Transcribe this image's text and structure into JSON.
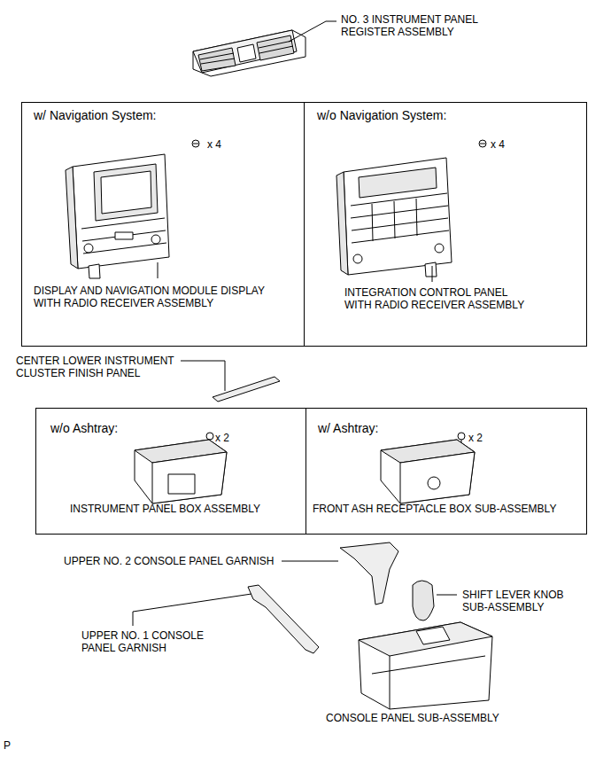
{
  "diagram": {
    "nodes": [
      {
        "text": [
          "w/ Navigation System:",
          "x 4",
          "DISPLAY AND NAVIGATION MODULE DISPLAY WITH RADIO RECEIVER ASSEMBLY"
        ]
      },
      {
        "text": [
          "w/o Navigation System:",
          "x 4",
          "INTEGRATION CONTROL PANEL WITH RADIO RECEIVER ASSEMBLY"
        ]
      },
      {
        "text": [
          "w/o Ashtray:",
          "x 2",
          "INSTRUMENT PANEL BOX ASSEMBLY"
        ]
      },
      {
        "text": [
          "w/ Ashtray:",
          "x 2",
          "FRONT ASH RECEPTACLE BOX SUB-ASSEMBLY"
        ]
      }
    ],
    "labels": [
      "NO. 3 INSTRUMENT PANEL REGISTER ASSEMBLY",
      "CENTER LOWER INSTRUMENT CLUSTER FINISH PANEL",
      "UPPER NO. 2 CONSOLE PANEL GARNISH",
      "SHIFT LEVER KNOB SUB-ASSEMBLY",
      "UPPER NO. 1 CONSOLE PANEL GARNISH",
      "CONSOLE PANEL SUB-ASSEMBLY",
      "P"
    ]
  }
}
